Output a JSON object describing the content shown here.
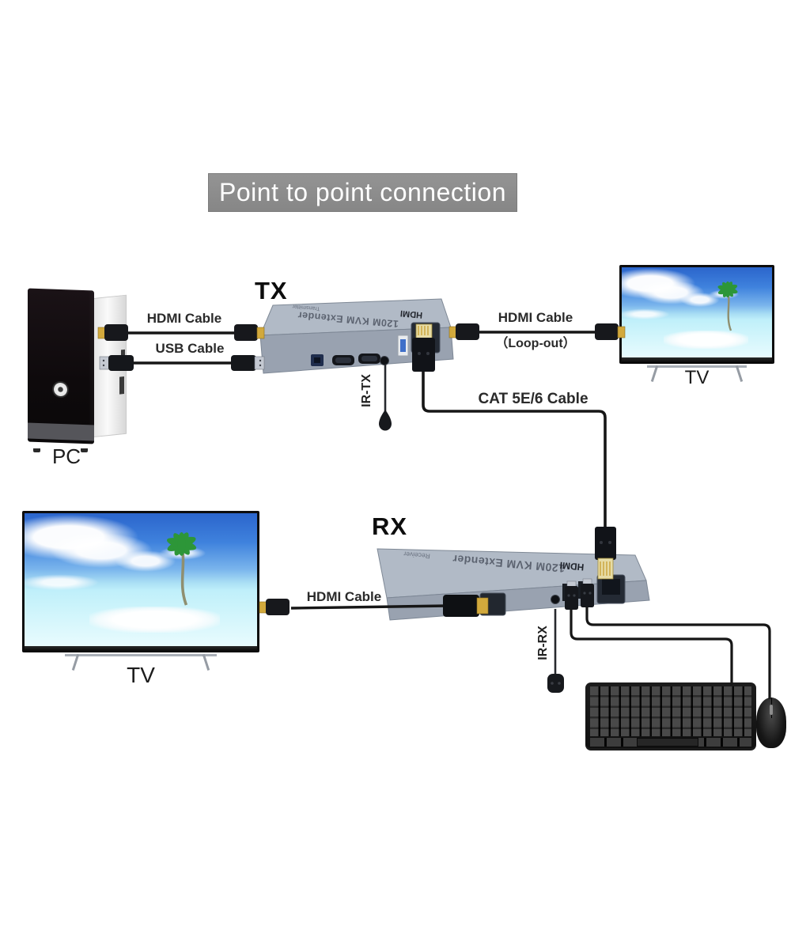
{
  "title": "Point to point connection",
  "labels": {
    "tx": "TX",
    "rx": "RX",
    "pc": "PC",
    "tv_top": "TV",
    "tv_bottom": "TV",
    "hdmi_cable_pc": "HDMI Cable",
    "usb_cable_pc": "USB Cable",
    "hdmi_cable_loop_line1": "HDMI Cable",
    "hdmi_cable_loop_line2": "（Loop-out）",
    "cat_cable": "CAT 5E/6 Cable",
    "hdmi_cable_rx": "HDMI Cable",
    "ir_tx": "IR-TX",
    "ir_rx": "IR-RX"
  },
  "devices": {
    "tx_unit": {
      "model_text": "120M KVM Extender",
      "sub_text": "Transmitter",
      "brand": "HDMI"
    },
    "rx_unit": {
      "model_text": "120M KVM Extender",
      "sub_text": "Receiver",
      "brand": "HDMI"
    }
  },
  "colors": {
    "banner_bg": "#8b8b8b",
    "banner_text": "#ffffff",
    "device_body": "#a6afbc",
    "cable": "#161616",
    "connector_gold": "#d2a93c",
    "sky": "#2b65cc",
    "sea": "#cdf4fb"
  }
}
